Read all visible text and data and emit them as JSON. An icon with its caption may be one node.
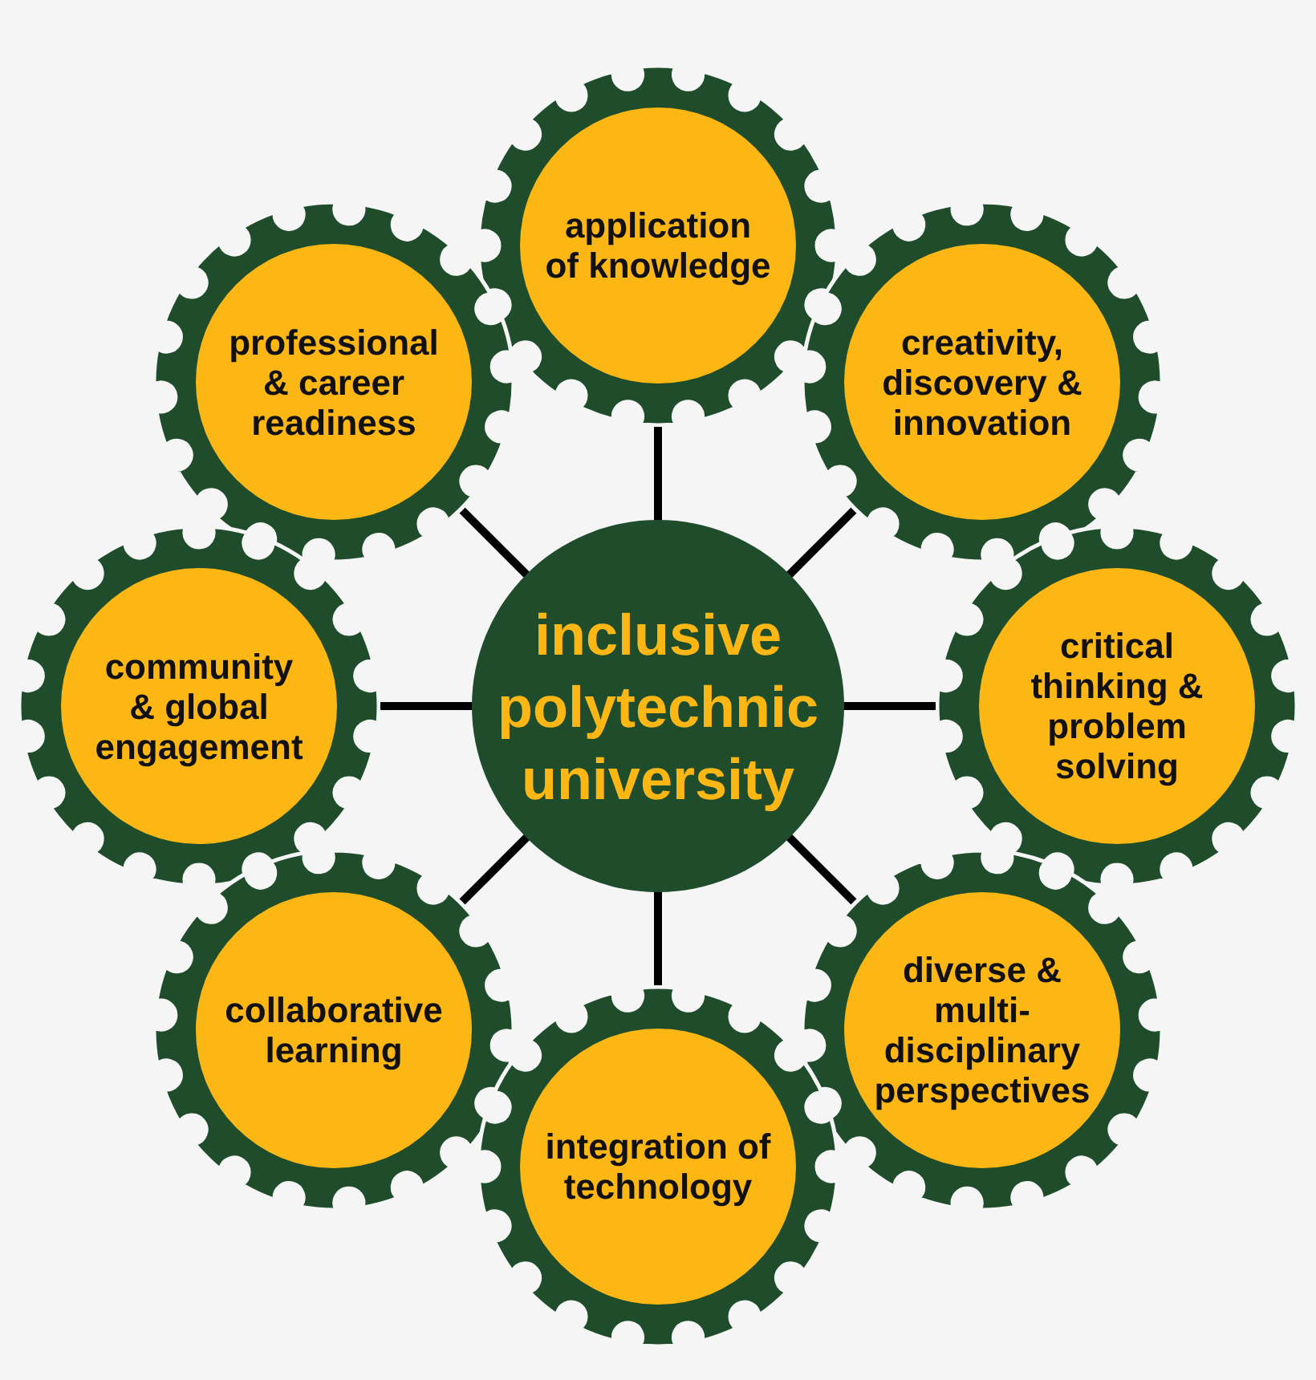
{
  "diagram": {
    "nodes": [
      {
        "text": [
          "application of knowledge"
        ]
      },
      {
        "text": [
          "professional & career readiness"
        ]
      },
      {
        "text": [
          "creativity, discovery & innovation"
        ]
      },
      {
        "text": [
          "community & global engagement"
        ]
      },
      {
        "text": [
          "inclusive polytechnic university"
        ]
      },
      {
        "text": [
          "critical thinking & problem solving"
        ]
      },
      {
        "text": [
          "collaborative learning"
        ]
      },
      {
        "text": [
          "diverse & multi-disciplinary perspectives"
        ]
      },
      {
        "text": [
          "integration of technology"
        ]
      }
    ],
    "edges": [
      {
        "from": 4,
        "to": 0,
        "arrow": "none"
      },
      {
        "from": 4,
        "to": 2,
        "arrow": "none"
      },
      {
        "from": 4,
        "to": 5,
        "arrow": "none"
      },
      {
        "from": 4,
        "to": 7,
        "arrow": "none"
      },
      {
        "from": 4,
        "to": 8,
        "arrow": "none"
      },
      {
        "from": 4,
        "to": 6,
        "arrow": "none"
      },
      {
        "from": 4,
        "to": 3,
        "arrow": "none"
      },
      {
        "from": 4,
        "to": 1,
        "arrow": "none"
      }
    ]
  }
}
